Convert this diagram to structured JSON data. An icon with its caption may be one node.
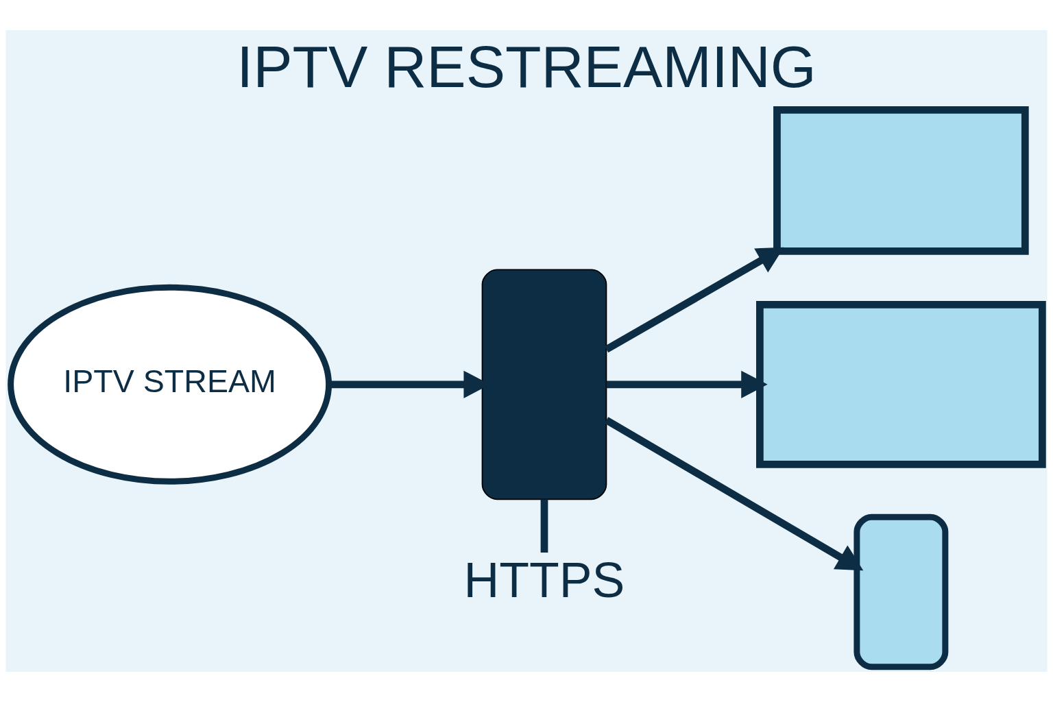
{
  "diagram": {
    "title": "IPTV RESTREAMING",
    "nodes": [
      {
        "text": [
          "IPTV STREAM"
        ]
      },
      {
        "text": [],
        "shape": "box"
      },
      {
        "text": [],
        "shape": "laptop"
      },
      {
        "text": [],
        "shape": "monitor"
      },
      {
        "text": [],
        "shape": "phone"
      },
      {
        "text": [
          "HTTPS"
        ]
      }
    ],
    "edges": [
      {
        "from": 0,
        "to": 1,
        "arrow": "to"
      },
      {
        "from": 1,
        "to": 2,
        "arrow": "to"
      },
      {
        "from": 1,
        "to": 3,
        "arrow": "to"
      },
      {
        "from": 1,
        "to": 4,
        "arrow": "to"
      },
      {
        "from": 1,
        "to": 5,
        "arrow": "none"
      }
    ]
  }
}
